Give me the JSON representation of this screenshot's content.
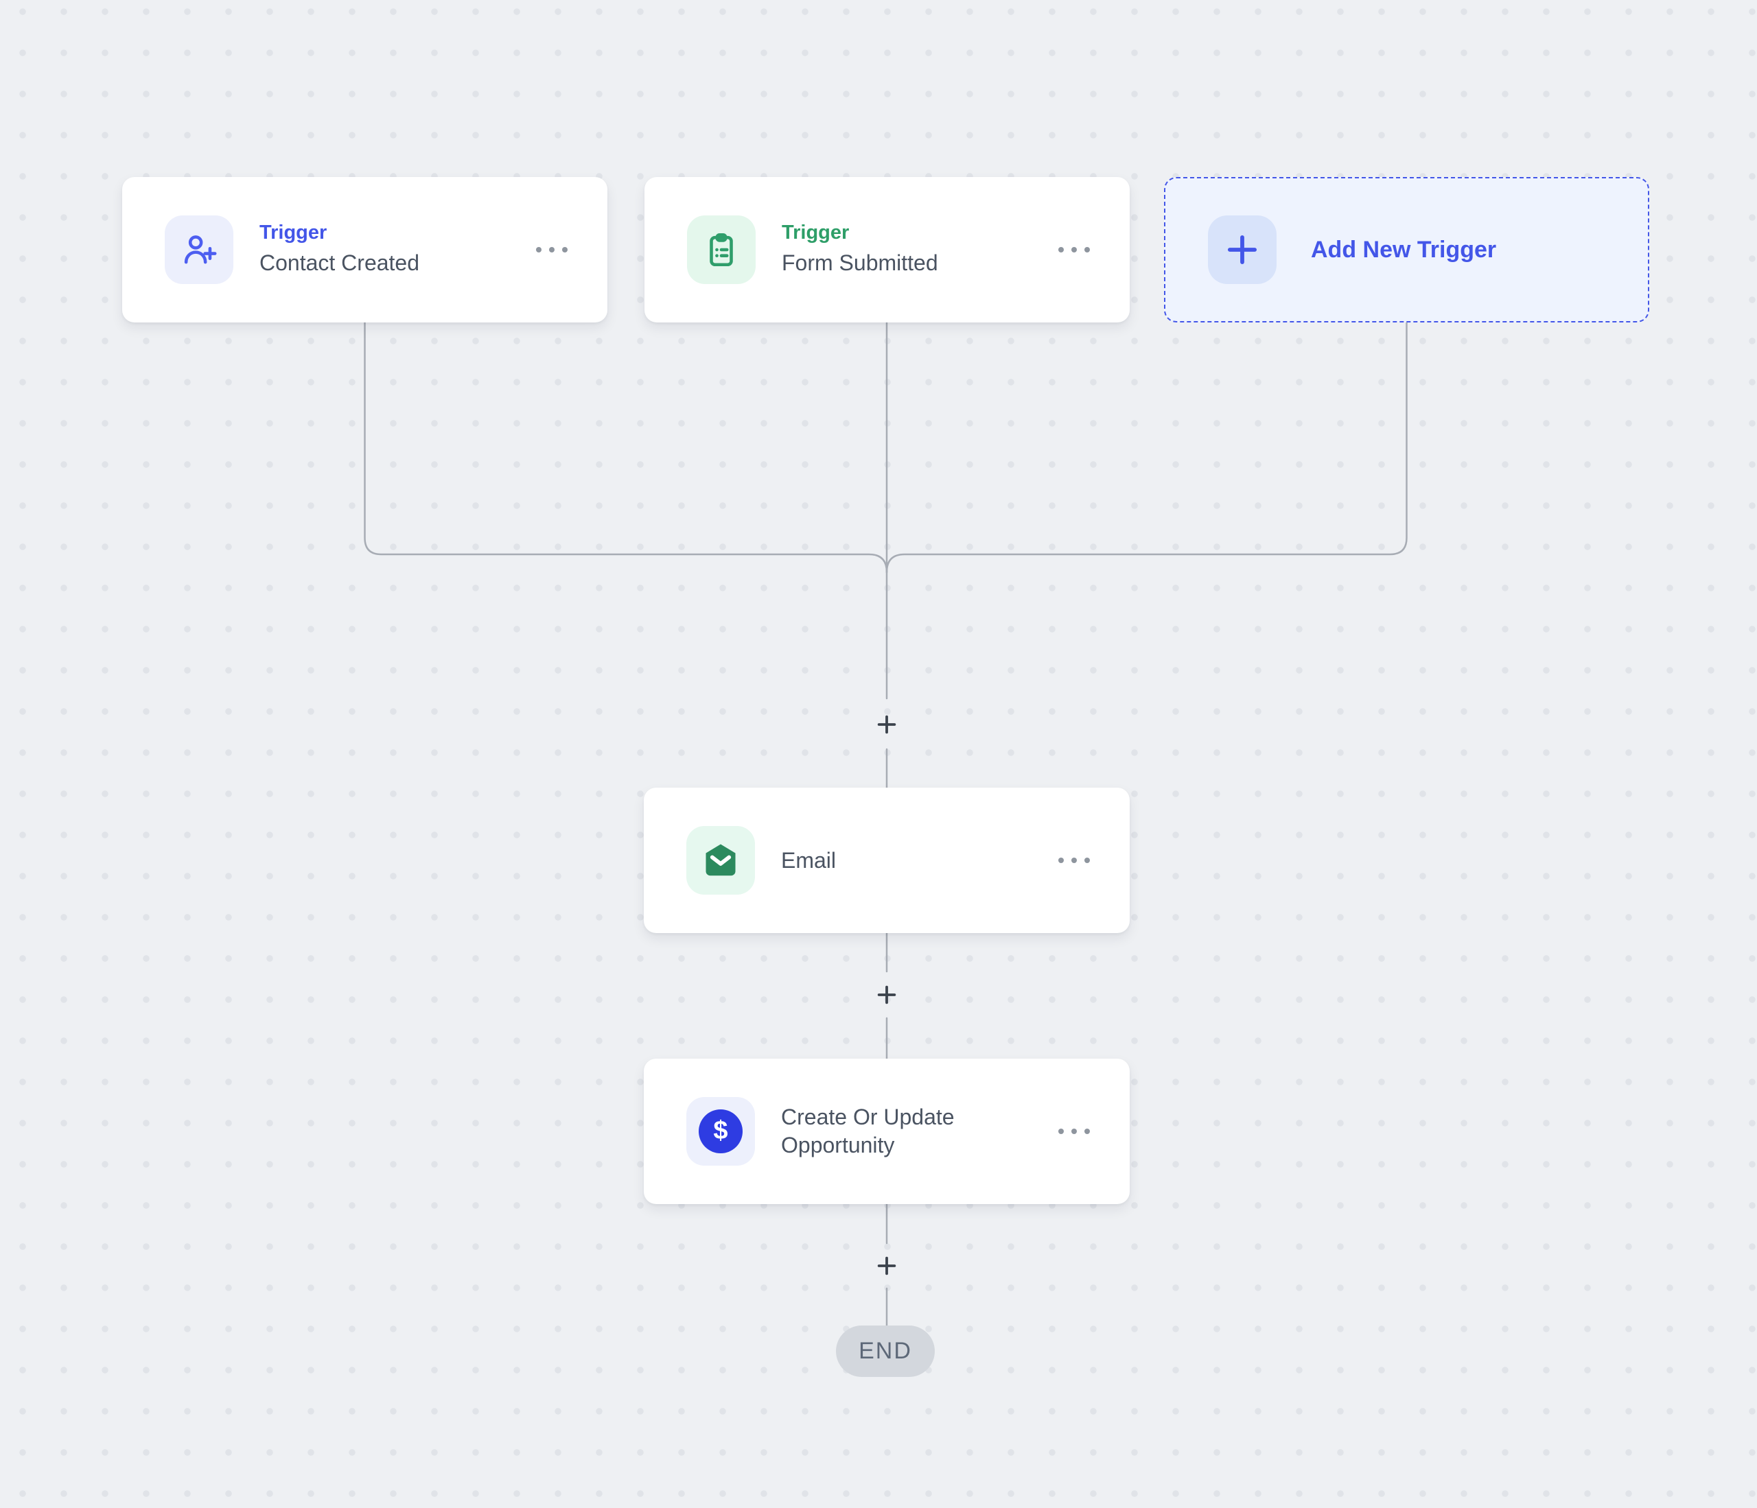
{
  "workflow": {
    "triggers": [
      {
        "type_label": "Trigger",
        "name": "Contact Created",
        "accent_color": "#4356e8",
        "icon": "user-plus-icon",
        "icon_bg": "#eceffc"
      },
      {
        "type_label": "Trigger",
        "name": "Form Submitted",
        "accent_color": "#2e9e68",
        "icon": "clipboard-icon",
        "icon_bg": "#e4f7ec"
      }
    ],
    "add_trigger": {
      "label": "Add New Trigger",
      "accent_color": "#4356e8",
      "icon": "plus-icon",
      "background": "#eef3fe"
    },
    "actions": [
      {
        "name": "Email",
        "icon": "email-icon",
        "icon_color": "#2c8a5e",
        "icon_bg": "#e6f8ef"
      },
      {
        "name": "Create Or Update Opportunity",
        "icon": "dollar-circle-icon",
        "icon_color": "#2e3ce2",
        "icon_bg": "#edf0fc",
        "dollar_glyph": "$"
      }
    ],
    "end": {
      "label": "END"
    }
  },
  "canvas": {
    "background_color": "#eef0f3",
    "dot_color": "#e0e3e8",
    "connector_color": "#a7acb4",
    "connector_plus_color": "#3b424c",
    "card_background": "#ffffff",
    "end_pill_background": "#d3d7dd",
    "end_pill_text_color": "#5d6878"
  }
}
